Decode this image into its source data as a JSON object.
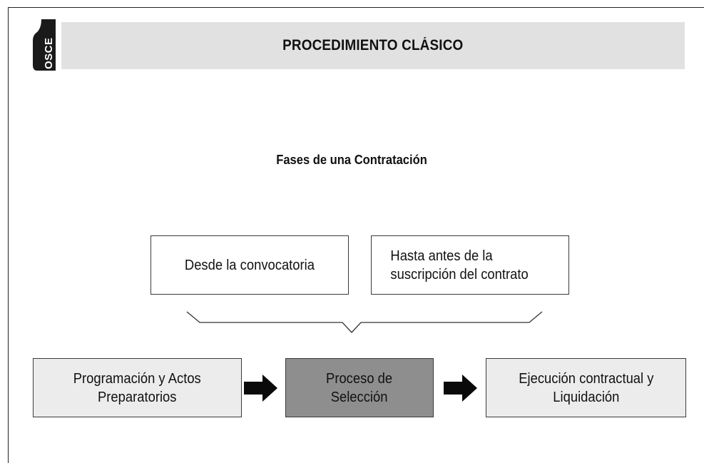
{
  "header": {
    "logo_text": "OSCE",
    "title": "PROCEDIMIENTO CLÁSICO"
  },
  "diagram": {
    "subtitle": "Fases de una Contratación",
    "range_start": "Desde la convocatoria",
    "range_end": "Hasta antes de la\nsuscripción del contrato",
    "phases": [
      {
        "label": "Programación y Actos\nPreparatorios",
        "highlighted": false
      },
      {
        "label": "Proceso de\nSelección",
        "highlighted": true
      },
      {
        "label": "Ejecución contractual y\nLiquidación",
        "highlighted": false
      }
    ]
  },
  "colors": {
    "band": "#e1e1e1",
    "phase_light": "#ececec",
    "phase_highlight": "#8e8e8e",
    "logo": "#1a1a1a"
  }
}
